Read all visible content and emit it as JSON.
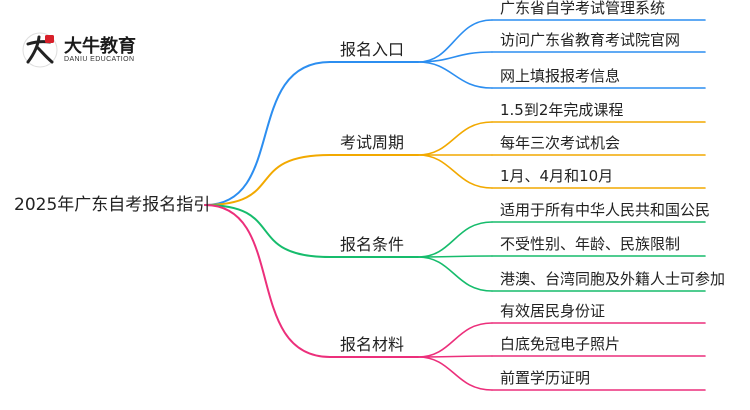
{
  "logo": {
    "name_cn": "大牛教育",
    "name_en": "DANIU EDUCATION"
  },
  "mindmap": {
    "root": "2025年广东自考报名指引",
    "branches": [
      {
        "label": "报名入口",
        "color": "#2c8ef0",
        "leaves": [
          "广东省自学考试管理系统",
          "访问广东省教育考试院官网",
          "网上填报报考信息"
        ]
      },
      {
        "label": "考试周期",
        "color": "#f2a900",
        "leaves": [
          "1.5到2年完成课程",
          "每年三次考试机会",
          "1月、4月和10月"
        ]
      },
      {
        "label": "报名条件",
        "color": "#16bc6c",
        "leaves": [
          "适用于所有中华人民共和国公民",
          "不受性别、年龄、民族限制",
          "港澳、台湾同胞及外籍人士可参加"
        ]
      },
      {
        "label": "报名材料",
        "color": "#ec2f7b",
        "leaves": [
          "有效居民身份证",
          "白底免冠电子照片",
          "前置学历证明"
        ]
      }
    ]
  }
}
